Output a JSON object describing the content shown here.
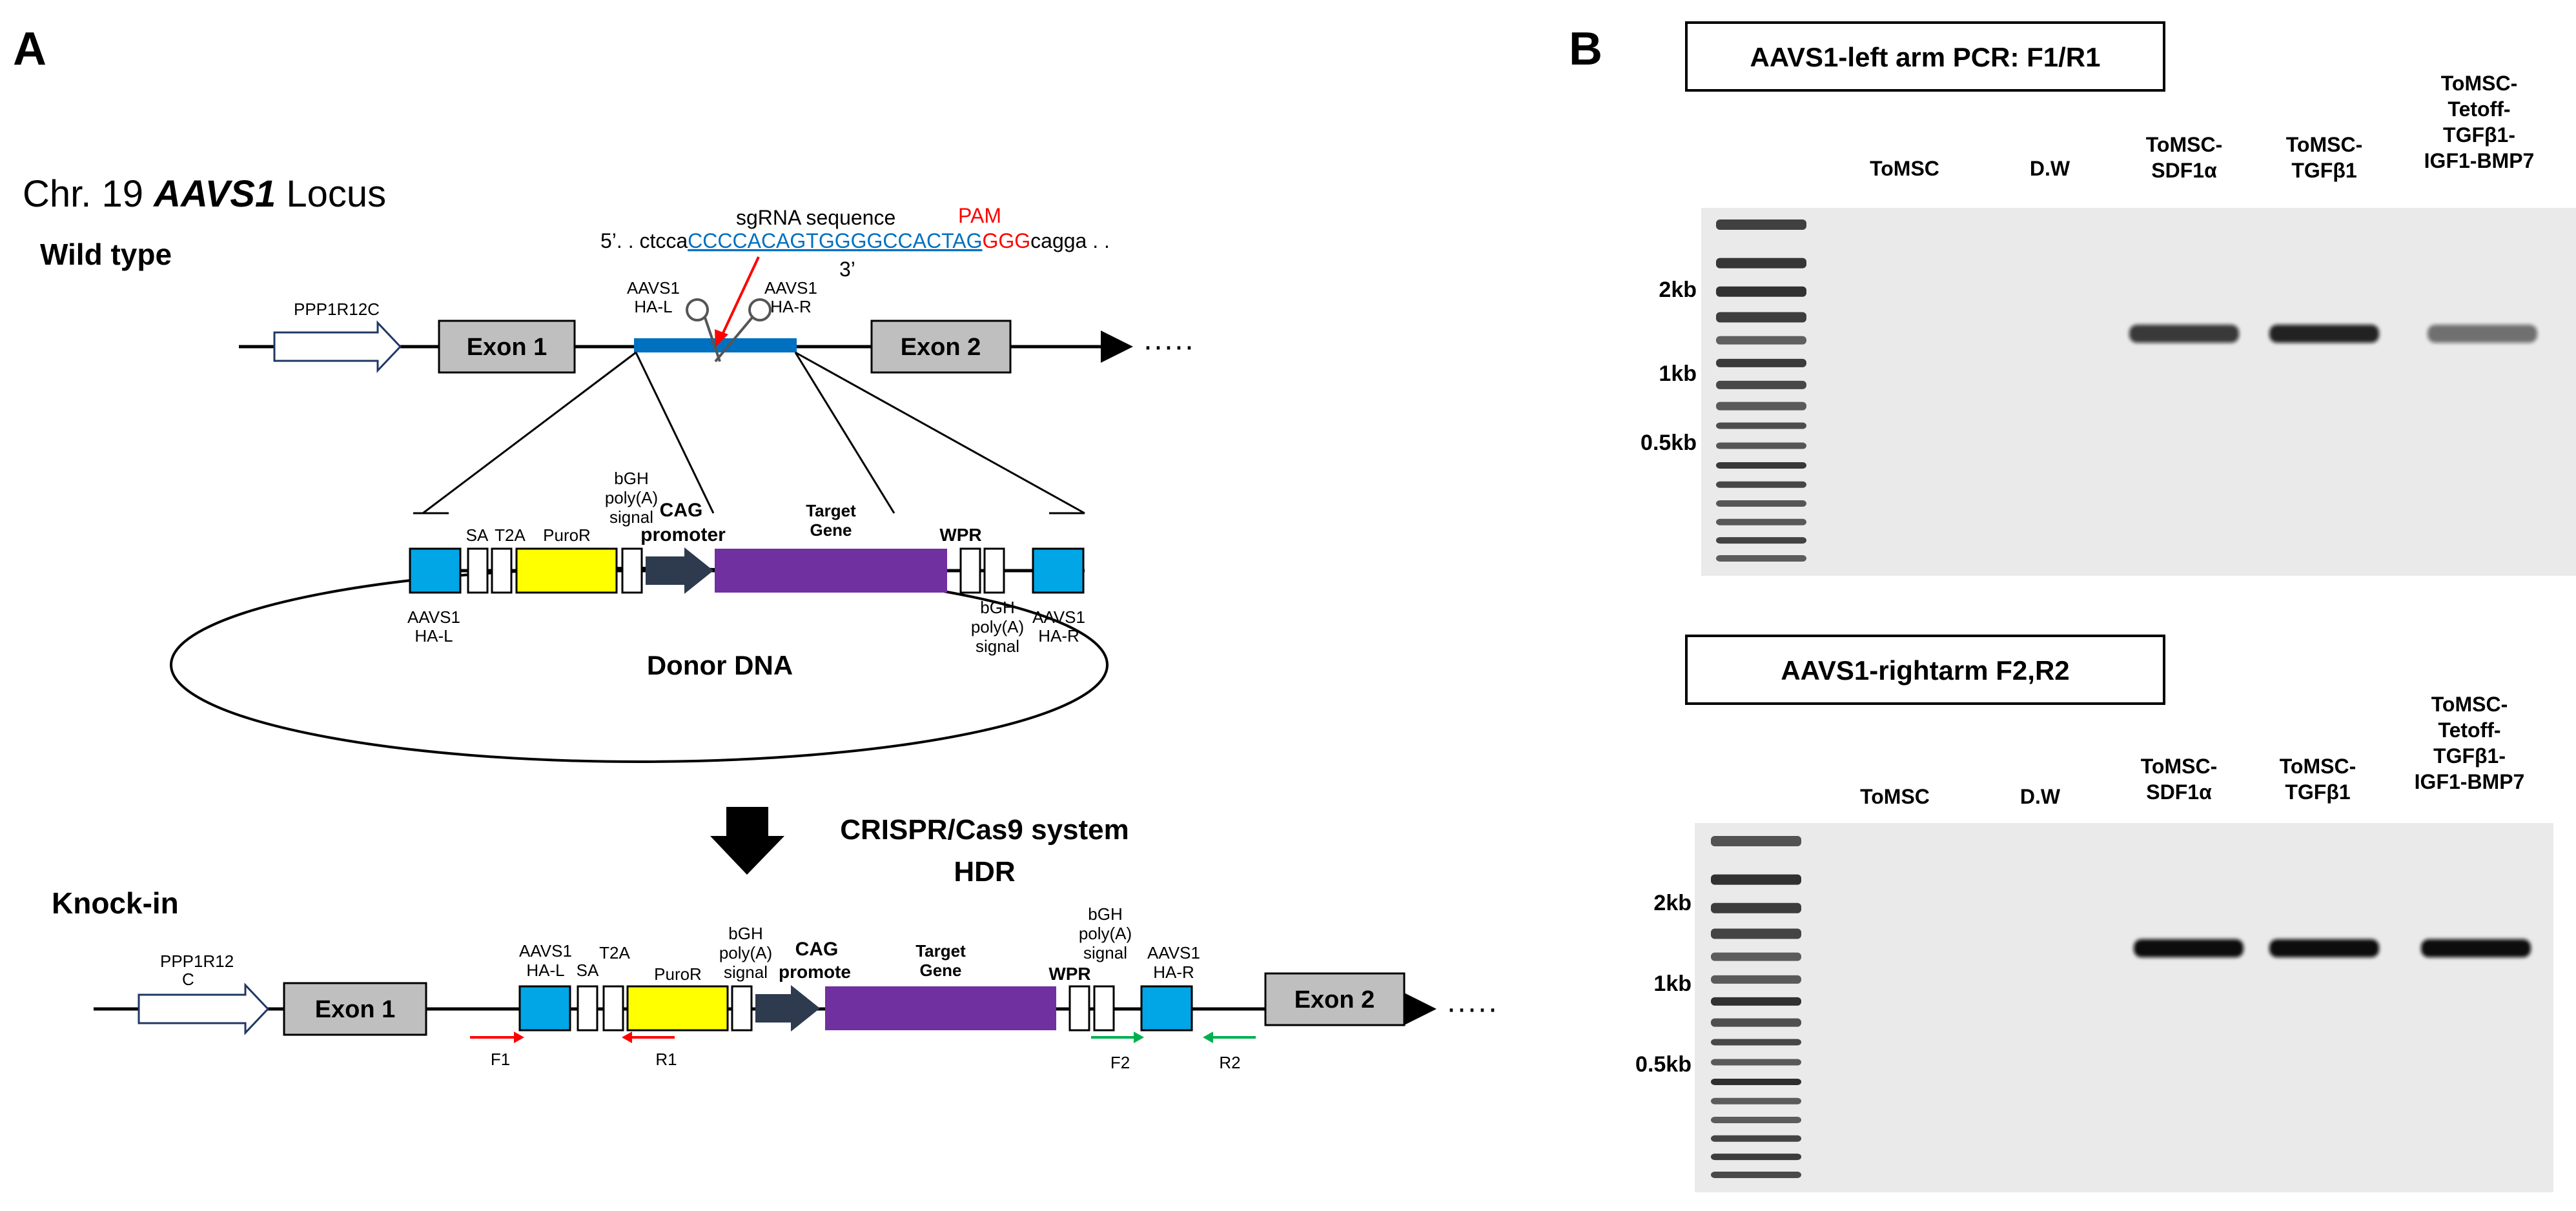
{
  "panelA": {
    "label": "A",
    "locus_prefix": "Chr. 19 ",
    "locus_gene": "AAVS1",
    "locus_suffix": " Locus",
    "wild_type": "Wild type",
    "knock_in": "Knock-in",
    "sgrna_label": "sgRNA sequence",
    "pam_label": "PAM",
    "seq_5prime": "5’. . ctcca",
    "seq_sgrna": "CCCCACAGTGGGGCCACTAG",
    "seq_pam": "GGG",
    "seq_tail": "cagga . .",
    "seq_3prime": "3’",
    "ppp_wt": "PPP1R12C",
    "ppp_ki_line1": "PPP1R12",
    "ppp_ki_line2": "C",
    "exon1": "Exon 1",
    "exon2": "Exon 2",
    "dots": "·····",
    "ha_l_line1": "AAVS1",
    "ha_l_line2": "HA-L",
    "ha_r_line1": "AAVS1",
    "ha_r_line2": "HA-R",
    "sa": "SA",
    "t2a": "T2A",
    "puror": "PuroR",
    "bgh_line1": "bGH",
    "bgh_line2": "poly(A)",
    "bgh_line3": "signal",
    "cag_line1": "CAG",
    "cag_line2": "promoter",
    "cag_ki_line2": "promote",
    "target_line1": "Target",
    "target_line2": "Gene",
    "wpr": "WPR",
    "donor": "Donor DNA",
    "crispr_line1": "CRISPR/Cas9  system",
    "crispr_line2": "HDR",
    "f1": "F1",
    "r1": "R1",
    "f2": "F2",
    "r2": "R2"
  },
  "panelB": {
    "label": "B",
    "gel1_title": "AAVS1-left arm PCR: F1/R1",
    "gel2_title": "AAVS1-rightarm F2,R2",
    "lanes": {
      "tomsc": "ToMSC",
      "dw": "D.W",
      "sdf_line1": "ToMSC-",
      "sdf_line2": "SDF1α",
      "tgf_line1": "ToMSC-",
      "tgf_line2": "TGFβ1",
      "tet_line1": "ToMSC-",
      "tet_line2": "Tetoff-",
      "tet_line3": "TGFβ1-",
      "tet_line4": "IGF1-BMP7"
    },
    "markers": [
      "2kb",
      "1kb",
      "0.5kb"
    ],
    "gel1_band_intensity": [
      0,
      0,
      0.8,
      0.9,
      0.55
    ],
    "gel2_band_intensity": [
      0,
      0,
      1.0,
      1.0,
      1.0
    ]
  },
  "colors": {
    "blue": "#00a6e6",
    "yellow": "#ffff00",
    "purple": "#7030a0",
    "gray": "#bfbfbf",
    "red": "#ff0000",
    "green": "#00b050",
    "seqblue": "#0070c0",
    "promoter": "#2e3b4e",
    "gel": "#eaeaea"
  }
}
